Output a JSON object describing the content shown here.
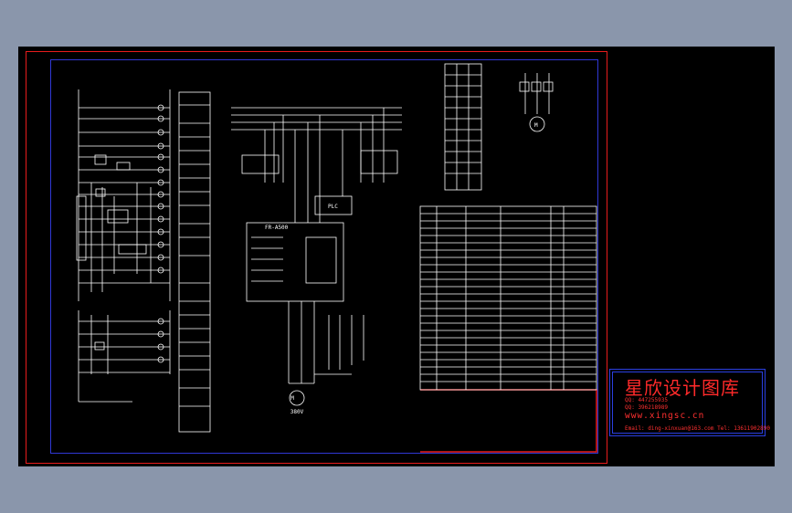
{
  "watermark": {
    "title": "星欣设计图库",
    "line_qq1": "QQ: 447255935",
    "line_qq2": "QQ: 396218989",
    "url": "www.xingsc.cn",
    "line_contact": "Email: ding-xinxuan@163.com  Tel: 13611902890"
  },
  "diagram": {
    "motor_label": "M",
    "motor_side_label": "M",
    "voltage_label": "380V",
    "inverter_label": "FR-A500",
    "controller_label": "PLC"
  },
  "colors": {
    "background": "#8a96ab",
    "canvas": "#000000",
    "outer_frame": "#e81c1c",
    "inner_frame": "#3038d6",
    "lines": "#ffffff",
    "stamp_text": "#ff2a2a"
  }
}
